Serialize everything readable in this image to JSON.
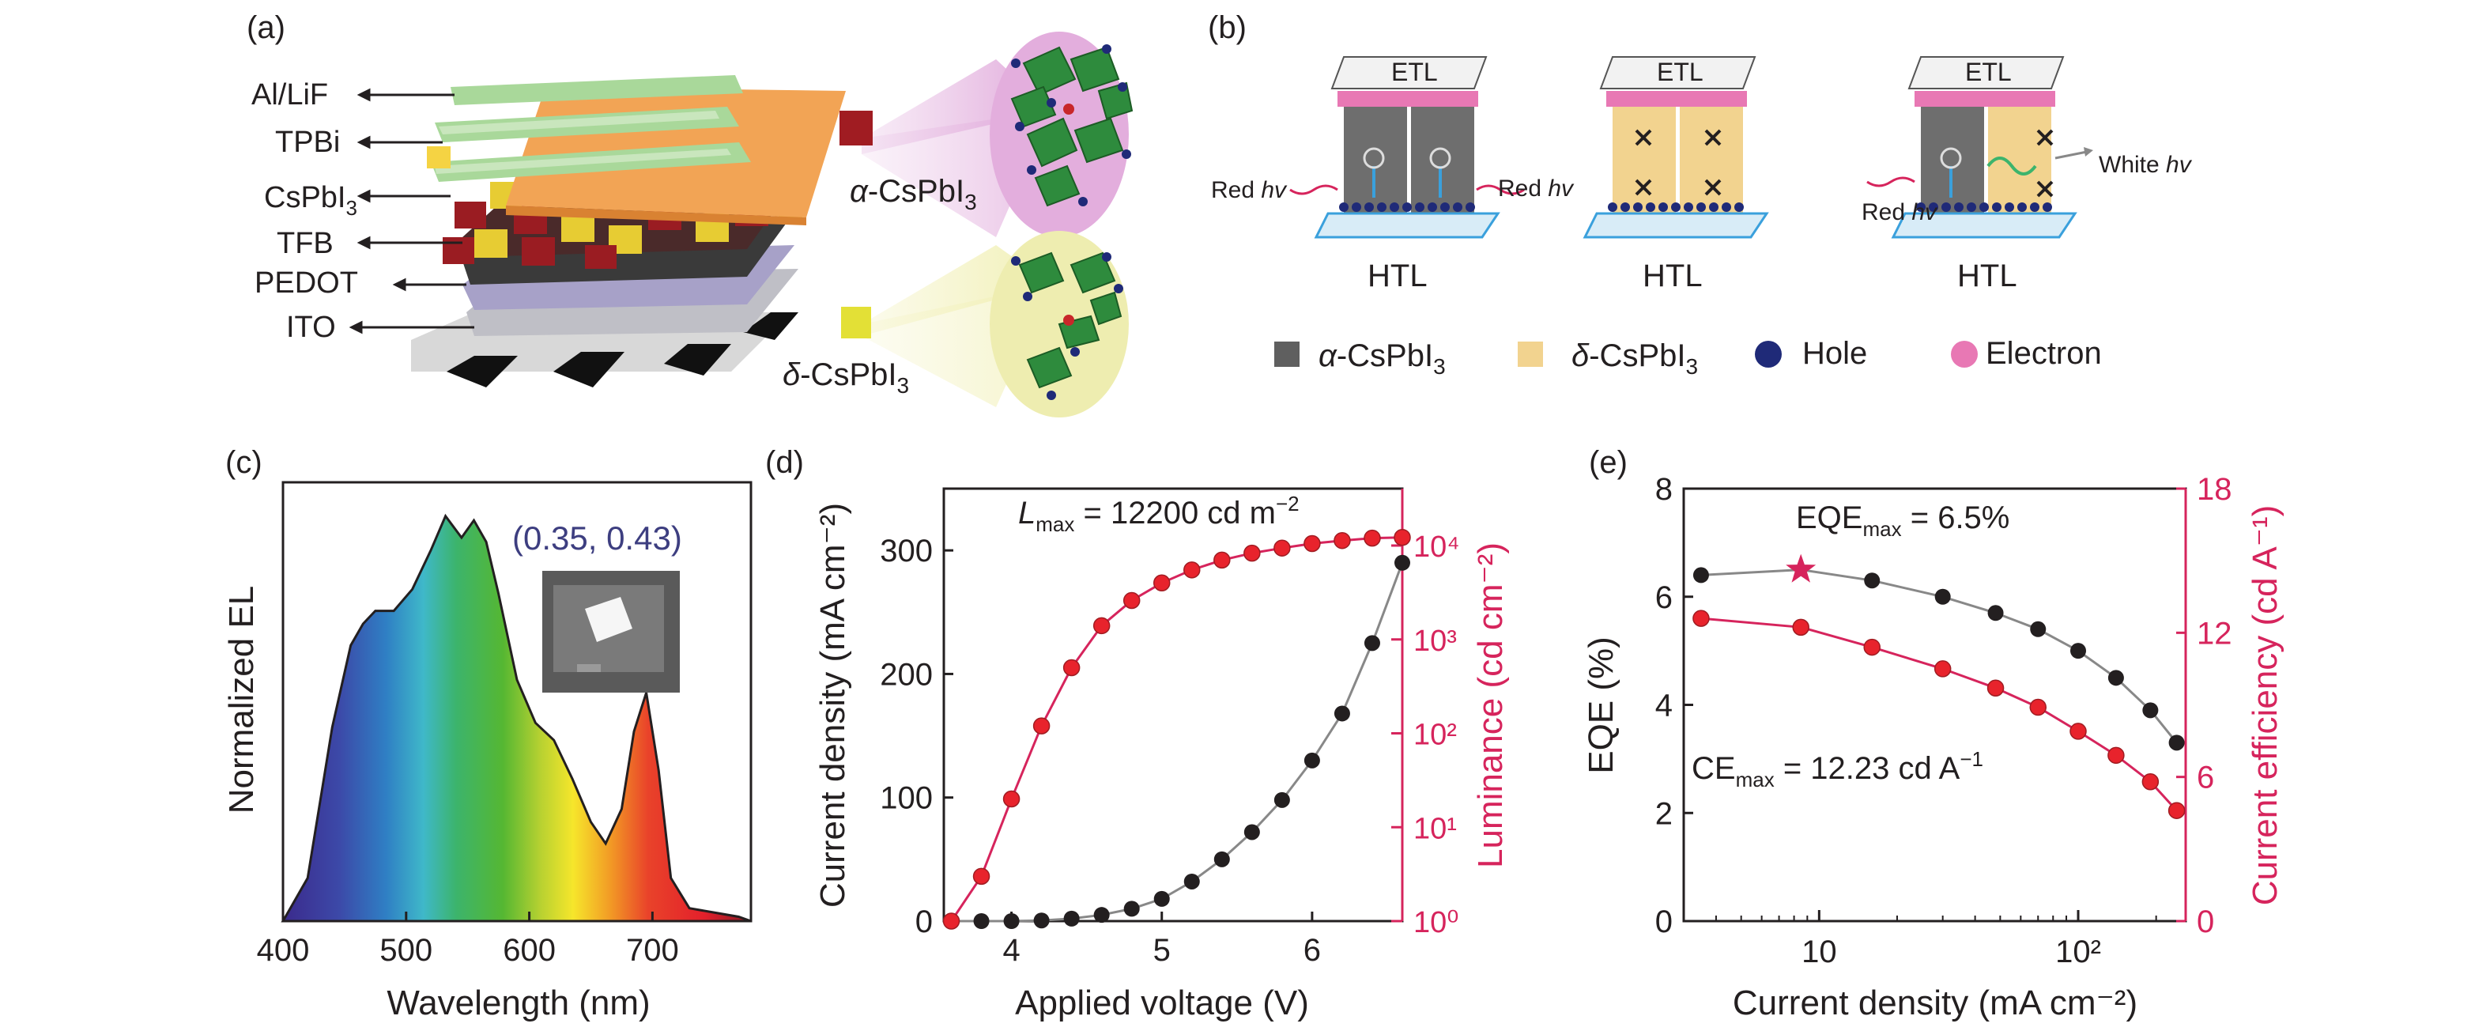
{
  "panels": {
    "a": {
      "label": "(a)",
      "layers": [
        "Al/LiF",
        "TPBi",
        "CsPbI",
        "TFB",
        "PEDOT",
        "ITO"
      ],
      "layer_sub": "3",
      "phase_alpha": {
        "prefix": "α",
        "text": "-CsPbI",
        "sub": "3"
      },
      "phase_delta": {
        "prefix": "δ",
        "text": "-CsPbI",
        "sub": "3"
      }
    },
    "b": {
      "label": "(b)",
      "etl": "ETL",
      "htl": "HTL",
      "red_hv": "Red ",
      "white_hv": "White ",
      "hv": "hv",
      "legend": [
        {
          "prefix": "α",
          "text": "-CsPbI",
          "sub": "3",
          "color": "#5f5f5f"
        },
        {
          "prefix": "δ",
          "text": "-CsPbI",
          "sub": "3",
          "color": "#f2d38f"
        },
        {
          "text": "Hole",
          "color": "#1f2a78"
        },
        {
          "text": "Electron",
          "color": "#e878b4"
        }
      ]
    },
    "c": {
      "label": "(c)",
      "ylabel": "Normalized EL",
      "xlabel": "Wavelength (nm)",
      "annotation": "(0.35, 0.43)",
      "annotation_color": "#3d3e80"
    },
    "d": {
      "label": "(d)",
      "annotation": {
        "prefix": "L",
        "sub": "max",
        "mid": " = 12200 cd m",
        "sup": "−2"
      },
      "xlabel": "Applied voltage (V)",
      "ylabel": "Current density (mA cm⁻²)",
      "y2label": "Luminance (cd cm⁻²)"
    },
    "e": {
      "label": "(e)",
      "eqe_annotation": {
        "prefix": "EQE",
        "sub": "max",
        "mid": " = 6.5%"
      },
      "ce_annotation": {
        "prefix": "CE",
        "sub": "max",
        "mid": " = 12.23 cd A",
        "sup": "−1"
      },
      "xlabel": "Current density (mA cm⁻²)",
      "ylabel": "EQE (%)",
      "y2label": "Current efficiency (cd A⁻¹)"
    }
  },
  "colors": {
    "magenta": "#d6245c",
    "black": "#231f20",
    "red_point": "#e8232c"
  },
  "chart_data": [
    {
      "panel": "c",
      "type": "area",
      "xlim": [
        400,
        780
      ],
      "ylim": [
        0,
        1.0
      ],
      "x_ticks": [
        400,
        500,
        600,
        700
      ],
      "y_ticks": [],
      "series": [
        {
          "x": [
            400,
            420,
            440,
            455,
            465,
            475,
            490,
            505,
            520,
            532,
            545,
            555,
            565,
            575,
            590,
            605,
            620,
            635,
            650,
            662,
            675,
            685,
            695,
            705,
            715,
            730,
            750,
            770,
            780
          ],
          "values": [
            0.0,
            0.1,
            0.45,
            0.64,
            0.69,
            0.72,
            0.72,
            0.77,
            0.86,
            0.94,
            0.89,
            0.93,
            0.88,
            0.76,
            0.56,
            0.46,
            0.42,
            0.33,
            0.23,
            0.18,
            0.26,
            0.44,
            0.53,
            0.35,
            0.1,
            0.03,
            0.02,
            0.01,
            0.0
          ]
        }
      ]
    },
    {
      "panel": "d",
      "type": "scatter",
      "xlim": [
        3.55,
        6.6
      ],
      "ylim": [
        0,
        350
      ],
      "x_ticks": [
        4,
        5,
        6
      ],
      "y_ticks": [
        0,
        100,
        200,
        300
      ],
      "y2_scale": "log",
      "y2_ticks": [
        "10⁰",
        "10¹",
        "10²",
        "10³",
        "10⁴"
      ],
      "series": [
        {
          "name": "Current density",
          "axis": "left",
          "color": "#231f20",
          "x": [
            3.6,
            3.8,
            4.0,
            4.2,
            4.4,
            4.6,
            4.8,
            5.0,
            5.2,
            5.4,
            5.6,
            5.8,
            6.0,
            6.2,
            6.4,
            6.6
          ],
          "values": [
            0,
            0,
            0,
            0.5,
            2,
            5,
            10,
            18,
            32,
            50,
            72,
            98,
            130,
            168,
            225,
            290
          ]
        },
        {
          "name": "Luminance",
          "axis": "right",
          "color": "#e8232c",
          "x": [
            3.6,
            3.8,
            4.0,
            4.2,
            4.4,
            4.6,
            4.8,
            5.0,
            5.2,
            5.4,
            5.6,
            5.8,
            6.0,
            6.2,
            6.4,
            6.6
          ],
          "values": [
            1,
            3,
            20,
            120,
            500,
            1400,
            2600,
            4000,
            5500,
            7000,
            8300,
            9400,
            10500,
            11300,
            12000,
            12200
          ]
        }
      ]
    },
    {
      "panel": "e",
      "type": "scatter",
      "x_scale": "log",
      "xlim": [
        3,
        260
      ],
      "ylim": [
        0,
        8
      ],
      "x_ticks": [
        "10",
        "10²"
      ],
      "y_ticks": [
        0,
        2,
        4,
        6,
        8
      ],
      "y2_ticks": [
        0,
        6,
        12,
        18
      ],
      "series": [
        {
          "name": "EQE",
          "axis": "left",
          "color": "#231f20",
          "x": [
            3.5,
            8.5,
            16,
            30,
            48,
            70,
            100,
            140,
            190,
            240
          ],
          "values": [
            6.4,
            6.5,
            6.3,
            6.0,
            5.7,
            5.4,
            5.0,
            4.5,
            3.9,
            3.3
          ]
        },
        {
          "name": "Current efficiency",
          "axis": "right",
          "color": "#e8232c",
          "x": [
            3.5,
            8.5,
            16,
            30,
            48,
            70,
            100,
            140,
            190,
            240
          ],
          "values": [
            12.6,
            12.23,
            11.4,
            10.5,
            9.7,
            8.9,
            7.9,
            6.9,
            5.8,
            4.6
          ]
        }
      ]
    }
  ]
}
